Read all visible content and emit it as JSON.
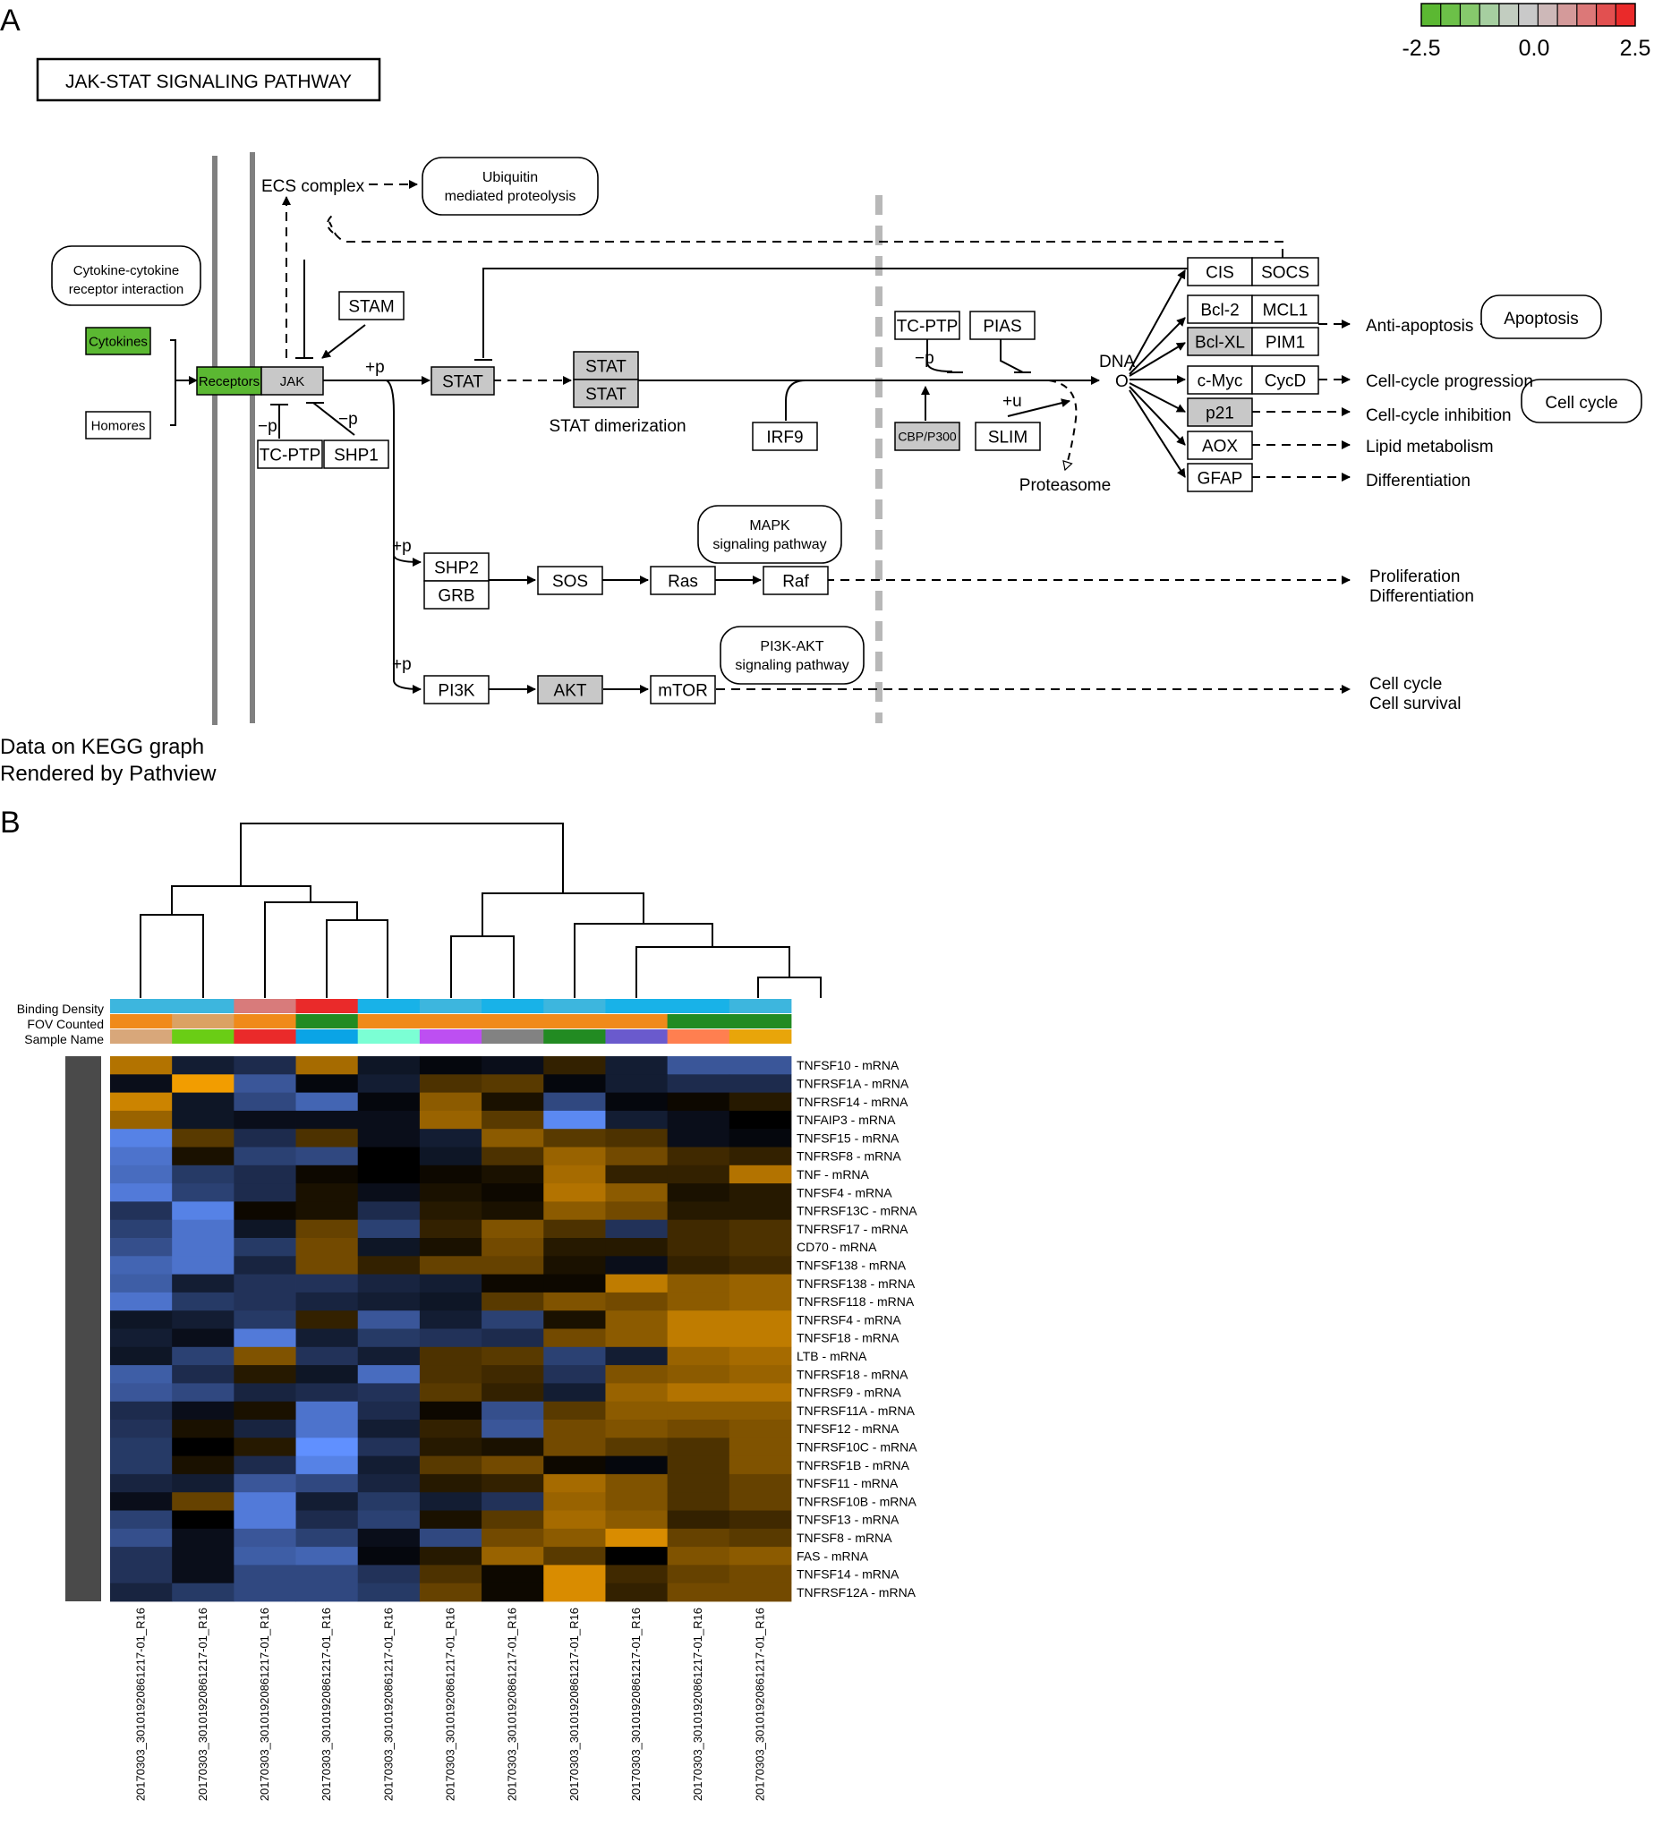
{
  "panel_a": {
    "panel_letter": "A",
    "title": "JAK-STAT SIGNALING PATHWAY",
    "legend": {
      "ticks": [
        "-2.5",
        "0.0",
        "2.5"
      ],
      "colors": [
        "#5bb832",
        "#6cc048",
        "#86c96c",
        "#a6cfa0",
        "#c2cdc0",
        "#c9c9c9",
        "#cdb8b8",
        "#d49a9a",
        "#dc7878",
        "#e25050",
        "#ea2a2a"
      ]
    },
    "footer": [
      "Data on KEGG graph",
      "Rendered by Pathview"
    ],
    "colors": {
      "node_green": "#5bb832",
      "node_gray": "#c8c8c8",
      "node_white": "#ffffff",
      "membrane": "#808080",
      "nucleus_dash": "#b8b8b8"
    },
    "nodes": {
      "cytokines": "Cytokines",
      "homores": "Homores",
      "receptors": "Receptors",
      "jak": "JAK",
      "stam": "STAM",
      "tcptp1": "TC-PTP",
      "shp1": "SHP1",
      "stat": "STAT",
      "stat_dimer_top": "STAT",
      "stat_dimer_bottom": "STAT",
      "irf9": "IRF9",
      "tcptp2": "TC-PTP",
      "pias": "PIAS",
      "cbp": "CBP/P300",
      "slim": "SLIM",
      "cis": "CIS",
      "socs": "SOCS",
      "bcl2": "Bcl-2",
      "mcl1": "MCL1",
      "bclxl": "Bcl-XL",
      "pim1": "PIM1",
      "cmyc": "c-Myc",
      "cycd": "CycD",
      "p21": "p21",
      "aox": "AOX",
      "gfap": "GFAP",
      "shp2": "SHP2",
      "grb": "GRB",
      "sos": "SOS",
      "ras": "Ras",
      "raf": "Raf",
      "pi3k": "PI3K",
      "akt": "AKT",
      "mtor": "mTOR"
    },
    "maps": {
      "ubiquitin": [
        "Ubiquitin",
        "mediated proteolysis"
      ],
      "cytokine_receptor": [
        "Cytokine-cytokine",
        "receptor interaction"
      ],
      "apoptosis": "Apoptosis",
      "cell_cycle": "Cell cycle",
      "mapk": [
        "MAPK",
        "signaling pathway"
      ],
      "pi3k_akt": [
        "PI3K-AKT",
        "signaling pathway"
      ]
    },
    "labels": {
      "ecs": "ECS complex",
      "stat_dimerization": "STAT dimerization",
      "dna": "DNA",
      "dna_o": "O",
      "proteasome": "Proteasome",
      "plus_p": "+p",
      "minus_p": "−p",
      "plus_u": "+u",
      "anti_apoptosis": "Anti-apoptosis",
      "cc_progression": "Cell-cycle progression",
      "cc_inhibition": "Cell-cycle inhibition",
      "lipid": "Lipid metabolism",
      "differentiation": "Differentiation",
      "prolif_diff": [
        "Proliferation",
        "Differentiation"
      ],
      "cc_survival": [
        "Cell cycle",
        "Cell survival"
      ]
    }
  },
  "panel_b": {
    "panel_letter": "B",
    "annotation_labels": [
      "Binding Density",
      "FOV Counted",
      "Sample Name"
    ],
    "annotation_colors": {
      "binding_density": [
        "#3db6de",
        "#3db6de",
        "#d87b7b",
        "#ea2a2a",
        "#18b2e8",
        "#3db6de",
        "#18b2e8",
        "#3db6de",
        "#18b2e8",
        "#18b2e8",
        "#3db6de"
      ],
      "fov_counted": [
        "#f08a1a",
        "#dba263",
        "#f08a1a",
        "#228b22",
        "#f08a1a",
        "#f08a1a",
        "#f08a1a",
        "#f08a1a",
        "#f08a1a",
        "#228b22",
        "#228b22"
      ],
      "sample_name": [
        "#d8a77a",
        "#6acd15",
        "#ea2a2a",
        "#0aa4e6",
        "#7bffd4",
        "#bd4ff2",
        "#828282",
        "#228b22",
        "#6a5acd",
        "#ff7f50",
        "#e8a50a"
      ]
    },
    "rows": [
      "TNFSF10 - mRNA",
      "TNFRSF1A - mRNA",
      "TNFRSF14 - mRNA",
      "TNFAIP3 - mRNA",
      "TNFSF15 - mRNA",
      "TNFRSF8 - mRNA",
      "TNF - mRNA",
      "TNFSF4 - mRNA",
      "TNFRSF13C - mRNA",
      "TNFRSF17 - mRNA",
      "CD70 - mRNA",
      "TNFSF138 - mRNA",
      "TNFRSF138 - mRNA",
      "TNFRSF118 - mRNA",
      "TNFRSF4 - mRNA",
      "TNFSF18 - mRNA",
      "LTB - mRNA",
      "TNFRSF18 - mRNA",
      "TNFRSF9 - mRNA",
      "TNFRSF11A - mRNA",
      "TNFSF12 - mRNA",
      "TNFRSF10C - mRNA",
      "TNFRSF1B - mRNA",
      "TNFSF11 - mRNA",
      "TNFRSF10B - mRNA",
      "TNFSF13 - mRNA",
      "TNFSF8 - mRNA",
      "FAS - mRNA",
      "TNFSF14 - mRNA",
      "TNFRSF12A - mRNA"
    ],
    "columns": [
      "20170303_30101920861217-01_R16",
      "20170303_30101920861217-01_R16",
      "20170303_30101920861217-01_R16",
      "20170303_30101920861217-01_R16",
      "20170303_30101920861217-01_R16",
      "20170303_30101920861217-01_R16",
      "20170303_30101920861217-01_R16",
      "20170303_30101920861217-01_R16",
      "20170303_30101920861217-01_R16",
      "20170303_30101920861217-01_R16",
      "20170303_30101920861217-01_R16"
    ],
    "colors": {
      "low": "#6090ff",
      "mid": "#000000",
      "high": "#ffa500",
      "side_bar": "#4a4a4a"
    },
    "chart_data": {
      "type": "heatmap",
      "value_range": [
        -1,
        1
      ],
      "values": [
        [
          0.7,
          -0.2,
          -0.3,
          0.65,
          -0.15,
          -0.05,
          -0.1,
          0.2,
          -0.2,
          -0.6,
          -0.6
        ],
        [
          -0.1,
          0.95,
          -0.6,
          -0.05,
          -0.2,
          0.3,
          0.35,
          -0.05,
          -0.2,
          -0.3,
          -0.3
        ],
        [
          0.8,
          -0.15,
          -0.5,
          -0.7,
          -0.05,
          0.55,
          0.1,
          -0.5,
          -0.05,
          0.05,
          0.15
        ],
        [
          0.6,
          -0.15,
          -0.1,
          -0.1,
          -0.1,
          0.6,
          0.35,
          -0.95,
          -0.2,
          -0.1,
          0.0
        ],
        [
          -0.9,
          0.35,
          -0.3,
          0.3,
          -0.1,
          -0.2,
          0.55,
          0.35,
          0.3,
          -0.1,
          -0.05
        ],
        [
          -0.8,
          0.1,
          -0.45,
          -0.5,
          0.0,
          -0.15,
          0.3,
          0.6,
          0.45,
          0.25,
          0.2
        ],
        [
          -0.75,
          -0.4,
          -0.3,
          0.05,
          0.0,
          0.05,
          0.1,
          0.65,
          0.2,
          0.2,
          0.7
        ],
        [
          -0.85,
          -0.45,
          -0.3,
          0.1,
          -0.1,
          0.1,
          0.05,
          0.7,
          0.55,
          0.1,
          0.15
        ],
        [
          -0.35,
          -0.9,
          0.05,
          0.1,
          -0.3,
          0.15,
          0.1,
          0.55,
          0.45,
          0.15,
          0.15
        ],
        [
          -0.45,
          -0.8,
          -0.15,
          0.4,
          -0.45,
          0.2,
          0.5,
          0.3,
          -0.35,
          0.25,
          0.3
        ],
        [
          -0.55,
          -0.8,
          -0.4,
          0.45,
          -0.15,
          0.1,
          0.45,
          0.15,
          0.15,
          0.25,
          0.3
        ],
        [
          -0.7,
          -0.8,
          -0.25,
          0.45,
          0.2,
          0.4,
          0.4,
          0.1,
          -0.1,
          0.2,
          0.25
        ],
        [
          -0.65,
          -0.2,
          -0.35,
          -0.35,
          -0.25,
          -0.2,
          0.05,
          0.05,
          0.75,
          0.55,
          0.6
        ],
        [
          -0.8,
          -0.4,
          -0.35,
          -0.25,
          -0.2,
          -0.15,
          0.35,
          0.5,
          0.45,
          0.55,
          0.6
        ],
        [
          -0.15,
          -0.2,
          -0.4,
          0.2,
          -0.6,
          -0.2,
          -0.45,
          0.1,
          0.55,
          0.75,
          0.75
        ],
        [
          -0.2,
          -0.1,
          -0.85,
          -0.2,
          -0.4,
          -0.35,
          -0.3,
          0.45,
          0.55,
          0.75,
          0.75
        ],
        [
          -0.15,
          -0.45,
          0.5,
          -0.35,
          -0.2,
          0.3,
          0.35,
          -0.45,
          -0.2,
          0.6,
          0.65
        ],
        [
          -0.65,
          -0.3,
          0.15,
          -0.15,
          -0.75,
          0.3,
          0.25,
          -0.35,
          0.5,
          0.55,
          0.6
        ],
        [
          -0.6,
          -0.5,
          -0.25,
          -0.3,
          -0.35,
          0.35,
          0.2,
          -0.2,
          0.6,
          0.7,
          0.7
        ],
        [
          -0.3,
          -0.1,
          0.1,
          -0.8,
          -0.3,
          0.05,
          -0.55,
          0.35,
          0.55,
          0.55,
          0.55
        ],
        [
          -0.35,
          0.1,
          -0.25,
          -0.8,
          -0.2,
          0.2,
          -0.6,
          0.45,
          0.5,
          0.45,
          0.5
        ],
        [
          -0.4,
          0.0,
          0.15,
          -1.0,
          -0.35,
          0.15,
          0.1,
          0.45,
          0.35,
          0.3,
          0.5
        ],
        [
          -0.4,
          0.1,
          -0.3,
          -0.9,
          -0.2,
          0.35,
          0.45,
          0.05,
          -0.05,
          0.3,
          0.5
        ],
        [
          -0.25,
          -0.2,
          -0.6,
          -0.5,
          -0.25,
          0.15,
          0.2,
          0.65,
          0.5,
          0.3,
          0.4
        ],
        [
          -0.1,
          0.4,
          -0.85,
          -0.2,
          -0.4,
          -0.2,
          -0.35,
          0.6,
          0.5,
          0.3,
          0.4
        ],
        [
          -0.45,
          0.0,
          -0.85,
          -0.3,
          -0.45,
          0.1,
          0.35,
          0.65,
          0.55,
          0.2,
          0.25
        ],
        [
          -0.55,
          -0.1,
          -0.6,
          -0.45,
          -0.1,
          -0.5,
          0.45,
          0.55,
          0.85,
          0.4,
          0.35
        ],
        [
          -0.35,
          -0.1,
          -0.65,
          -0.7,
          -0.05,
          0.15,
          0.6,
          0.35,
          0.0,
          0.5,
          0.55
        ],
        [
          -0.35,
          -0.1,
          -0.5,
          -0.5,
          -0.35,
          0.3,
          0.05,
          0.85,
          0.25,
          0.4,
          0.45
        ],
        [
          -0.25,
          -0.4,
          -0.5,
          -0.5,
          -0.4,
          0.4,
          0.05,
          0.85,
          0.2,
          0.45,
          0.45
        ]
      ]
    }
  }
}
